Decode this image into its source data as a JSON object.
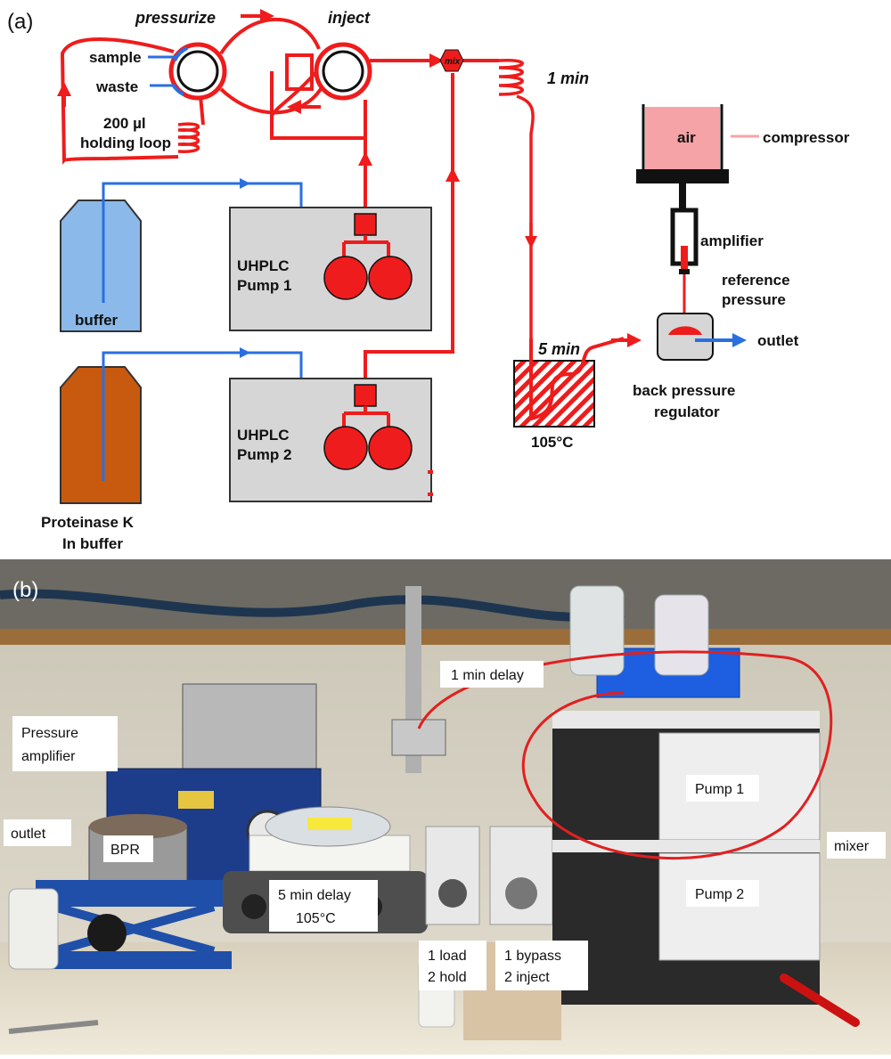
{
  "panel_a": {
    "letter": "(a)",
    "pressurize": "pressurize",
    "inject": "inject",
    "sample": "sample",
    "waste": "waste",
    "holding_loop_line1": "200 µl",
    "holding_loop_line2": "holding loop",
    "mix": "mix",
    "one_min": "1 min",
    "air": "air",
    "compressor": "compressor",
    "amplifier": "amplifier",
    "reference_line1": "reference",
    "reference_line2": "pressure",
    "outlet": "outlet",
    "five_min": "5 min",
    "temp": "105°C",
    "bpr_line1": "back pressure",
    "bpr_line2": "regulator",
    "buffer": "buffer",
    "pump1_line1": "UHPLC",
    "pump1_line2": "Pump 1",
    "pump2_line1": "UHPLC",
    "pump2_line2": "Pump 2",
    "protk_line1": "Proteinase K",
    "protk_line2": "In buffer",
    "colors": {
      "red_line": "#ee1c1c",
      "blue_line": "#2a6fe0",
      "compressor": "#f6a3a8",
      "pump_box": "#d6d6d6",
      "buffer_bottle": "#8bb9ea",
      "protk_bottle": "#c85a10"
    }
  },
  "panel_b": {
    "letter": "(b)",
    "one_min_delay": "1 min delay",
    "pressure_line1": "Pressure",
    "pressure_line2": "amplifier",
    "outlet": "outlet",
    "bpr": "BPR",
    "five_min_line1": "5 min delay",
    "five_min_line2": "105°C",
    "valve1_line1": "1 load",
    "valve1_line2": "2 hold",
    "valve2_line1": "1 bypass",
    "valve2_line2": "2 inject",
    "pump1": "Pump 1",
    "pump2": "Pump 2",
    "mixer": "mixer"
  }
}
